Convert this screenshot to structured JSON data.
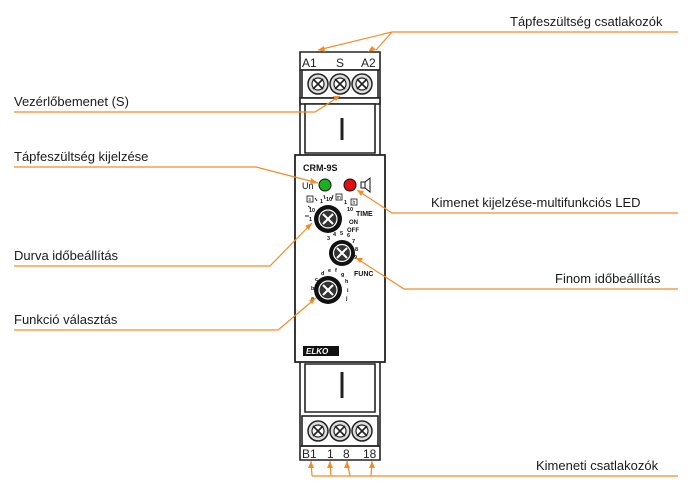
{
  "callouts": {
    "supply_terminals": "Tápfeszültség csatlakozók",
    "control_input": "Vezérlőbemenet (S)",
    "supply_indication": "Tápfeszültség kijelzése",
    "coarse_time": "Durva időbeállítás",
    "function_select": "Funkció választás",
    "output_indication": "Kimenet kijelzése-multifunkciós LED",
    "fine_time": "Finom időbeállítás",
    "output_terminals": "Kimeneti csatlakozók"
  },
  "device": {
    "model": "CRM-9S",
    "brand": "ELKO",
    "top_terminals": [
      "A1",
      "S",
      "A2"
    ],
    "bottom_terminals": [
      "B1",
      "1",
      "8",
      "18"
    ],
    "un_label": "Un",
    "time_label": "TIME",
    "func_label": "FUNC",
    "on_label": "ON",
    "off_label": "OFF",
    "coarse_scale": [
      "1",
      "10",
      "1",
      "10",
      "10",
      "1"
    ],
    "fine_scale": [
      "3",
      "4",
      "5",
      "6",
      "7",
      "8",
      "9"
    ],
    "func_scale": [
      "a",
      "b",
      "c",
      "d",
      "e",
      "f",
      "g",
      "h",
      "i",
      "j"
    ],
    "unit_s": "s",
    "unit_m": "m",
    "unit_h": "h",
    "unit_d": "d"
  },
  "colors": {
    "leader_line": "#f28c28",
    "led_green": "#1db01d",
    "led_red": "#e01010",
    "body_outline": "#222222"
  }
}
